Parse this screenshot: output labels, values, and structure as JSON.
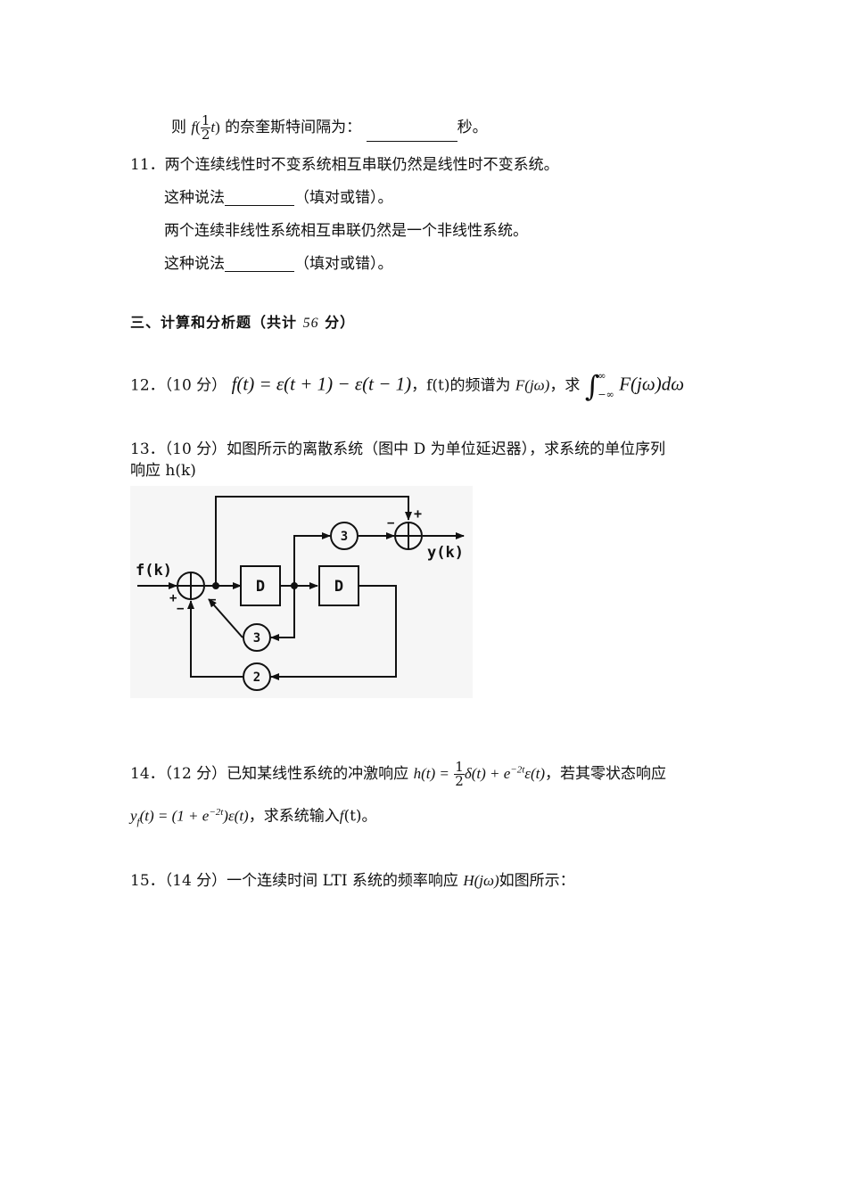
{
  "q10_tail": {
    "prefix": "则",
    "f": "f",
    "arg_open": "(",
    "frac_num": "1",
    "frac_den": "2",
    "arg_t": "t",
    "arg_close": ")",
    "text": "的奈奎斯特间隔为：",
    "unit": "秒。"
  },
  "q11": {
    "number": "11．",
    "statement1": "两个连续线性时不变系统相互串联仍然是线性时不变系统。",
    "claim1_prefix": "这种说法",
    "claim1_suffix": "（填对或错）。",
    "statement2": "两个连续非线性系统相互串联仍然是一个非线性系统。",
    "claim2_prefix": "这种说法",
    "claim2_suffix": "（填对或错）。"
  },
  "section3": {
    "title_a": "三、计算和分析题（共计",
    "points": "56",
    "title_b": "分）"
  },
  "q12": {
    "number": "12．（10 分）",
    "formula": "f(t) = ε(t + 1) − ε(t − 1)",
    "mid": "，f(t)的频谱为",
    "spectrum": "F(jω)",
    "ask": "，求",
    "upper_limit": "∞",
    "lower_limit": "−∞",
    "integrand": "F(jω)dω"
  },
  "q13": {
    "line1": "13．（10 分）如图所示的离散系统（图中 D 为单位延迟器），求系统的单位序列",
    "line2": "响应 h(k)",
    "diagram": {
      "input_label": "f(k)",
      "output_label": "y(k)",
      "delay1": "D",
      "delay2": "D",
      "gain_top": "3",
      "gain_mid": "3",
      "gain_bottom": "2",
      "sum1_plus": "+",
      "sum1_minus_a": "−",
      "sum1_minus_b": "−",
      "sum2_plus": "+",
      "sum2_minus": "−"
    }
  },
  "q14": {
    "number": "14．（12 分）已知某线性系统的冲激响应",
    "h_lhs": "h(t) =",
    "frac_num": "1",
    "frac_den": "2",
    "h_rhs_a": "δ(t) + e",
    "h_exp": "−2t",
    "h_rhs_b": "ε(t)",
    "mid": "，若其零状态响应",
    "y_lhs": "y",
    "y_sub": "f",
    "y_eq_a": "(t) = (1 + e",
    "y_exp": "−2t",
    "y_eq_b": ")ε(t)",
    "ask": "，求系统输入",
    "f_sym": "f",
    "f_end": "(t)。"
  },
  "q15": {
    "prefix": "15．（14 分）一个连续时间 LTI 系统的频率响应",
    "H": "H(jω)",
    "suffix": "如图所示："
  }
}
